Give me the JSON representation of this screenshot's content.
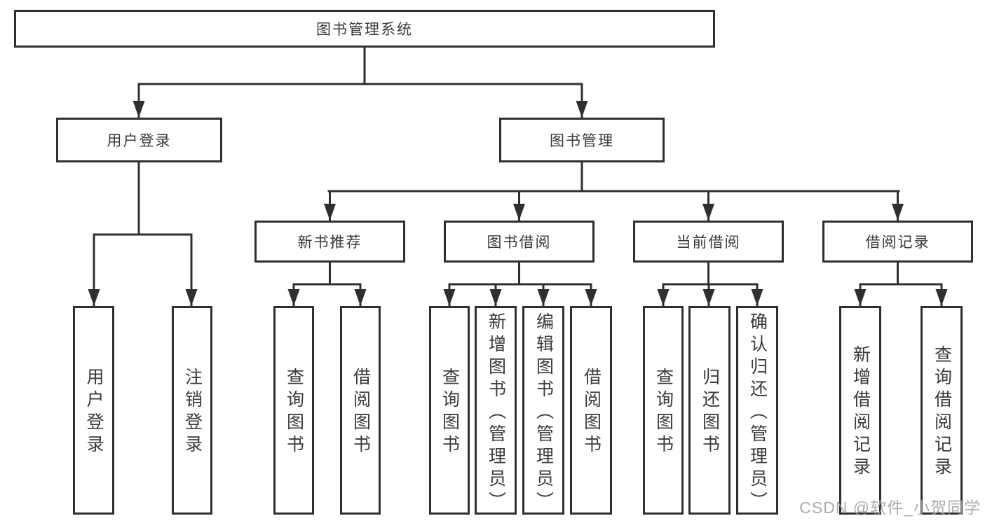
{
  "colors": {
    "line": "#2f2f2f",
    "box_border": "#2f2f2f",
    "text": "#3a3a3a",
    "watermark_text": "#9e9e9e",
    "background": "#ffffff"
  },
  "watermark": {
    "text": "CSDN @软件_小贺同学"
  },
  "tree": {
    "root": {
      "label": "图书管理系统"
    },
    "branches": [
      {
        "label": "用户登录",
        "children": [
          {
            "label": "用户登录"
          },
          {
            "label": "注销登录"
          }
        ]
      },
      {
        "label": "图书管理",
        "groups": [
          {
            "label": "新书推荐",
            "children": [
              {
                "label": "查询图书"
              },
              {
                "label": "借阅图书"
              }
            ]
          },
          {
            "label": "图书借阅",
            "children": [
              {
                "label": "查询图书"
              },
              {
                "label": "新增图书（管理员）"
              },
              {
                "label": "编辑图书（管理员）"
              },
              {
                "label": "借阅图书"
              }
            ]
          },
          {
            "label": "当前借阅",
            "children": [
              {
                "label": "查询图书"
              },
              {
                "label": "归还图书"
              },
              {
                "label": "确认归还（管理员）"
              }
            ]
          },
          {
            "label": "借阅记录",
            "children": [
              {
                "label": "新增借阅记录"
              },
              {
                "label": "查询借阅记录"
              }
            ]
          }
        ]
      }
    ]
  }
}
